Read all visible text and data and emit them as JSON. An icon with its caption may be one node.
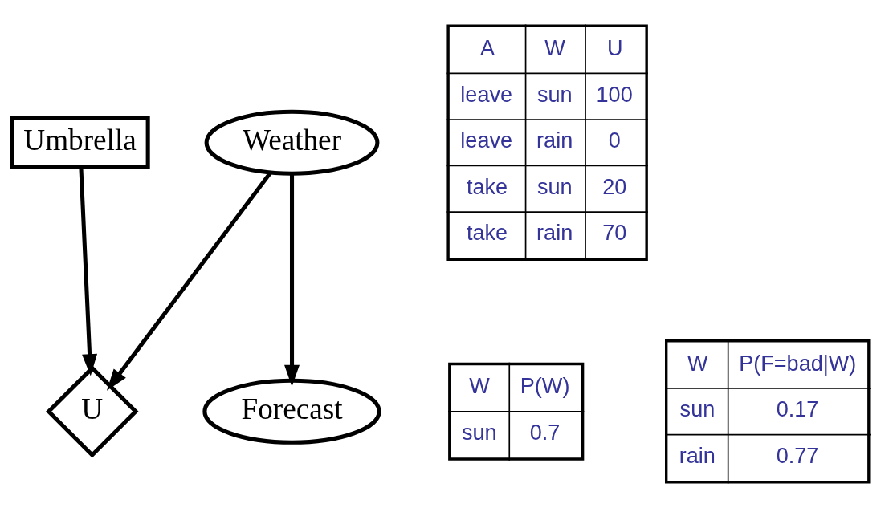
{
  "diagram": {
    "nodes": [
      {
        "text": [
          "Umbrella"
        ]
      },
      {
        "text": [
          "U"
        ]
      },
      {
        "text": [
          "Weather"
        ]
      },
      {
        "text": [
          "Forecast"
        ]
      }
    ],
    "edges": [
      {
        "from": 0,
        "to": 1,
        "arrow": "to"
      },
      {
        "from": 2,
        "to": 1,
        "arrow": "to"
      },
      {
        "from": 2,
        "to": 3,
        "arrow": "to"
      }
    ],
    "labels": [
      "A",
      "W",
      "U",
      "leave",
      "sun",
      "100",
      "leave",
      "rain",
      "0",
      "take",
      "sun",
      "20",
      "take",
      "rain",
      "70",
      "W",
      "P(W)",
      "sun",
      "0.7",
      "W",
      "P(F=bad|W)",
      "sun",
      "0.17",
      "rain",
      "0.77"
    ]
  }
}
